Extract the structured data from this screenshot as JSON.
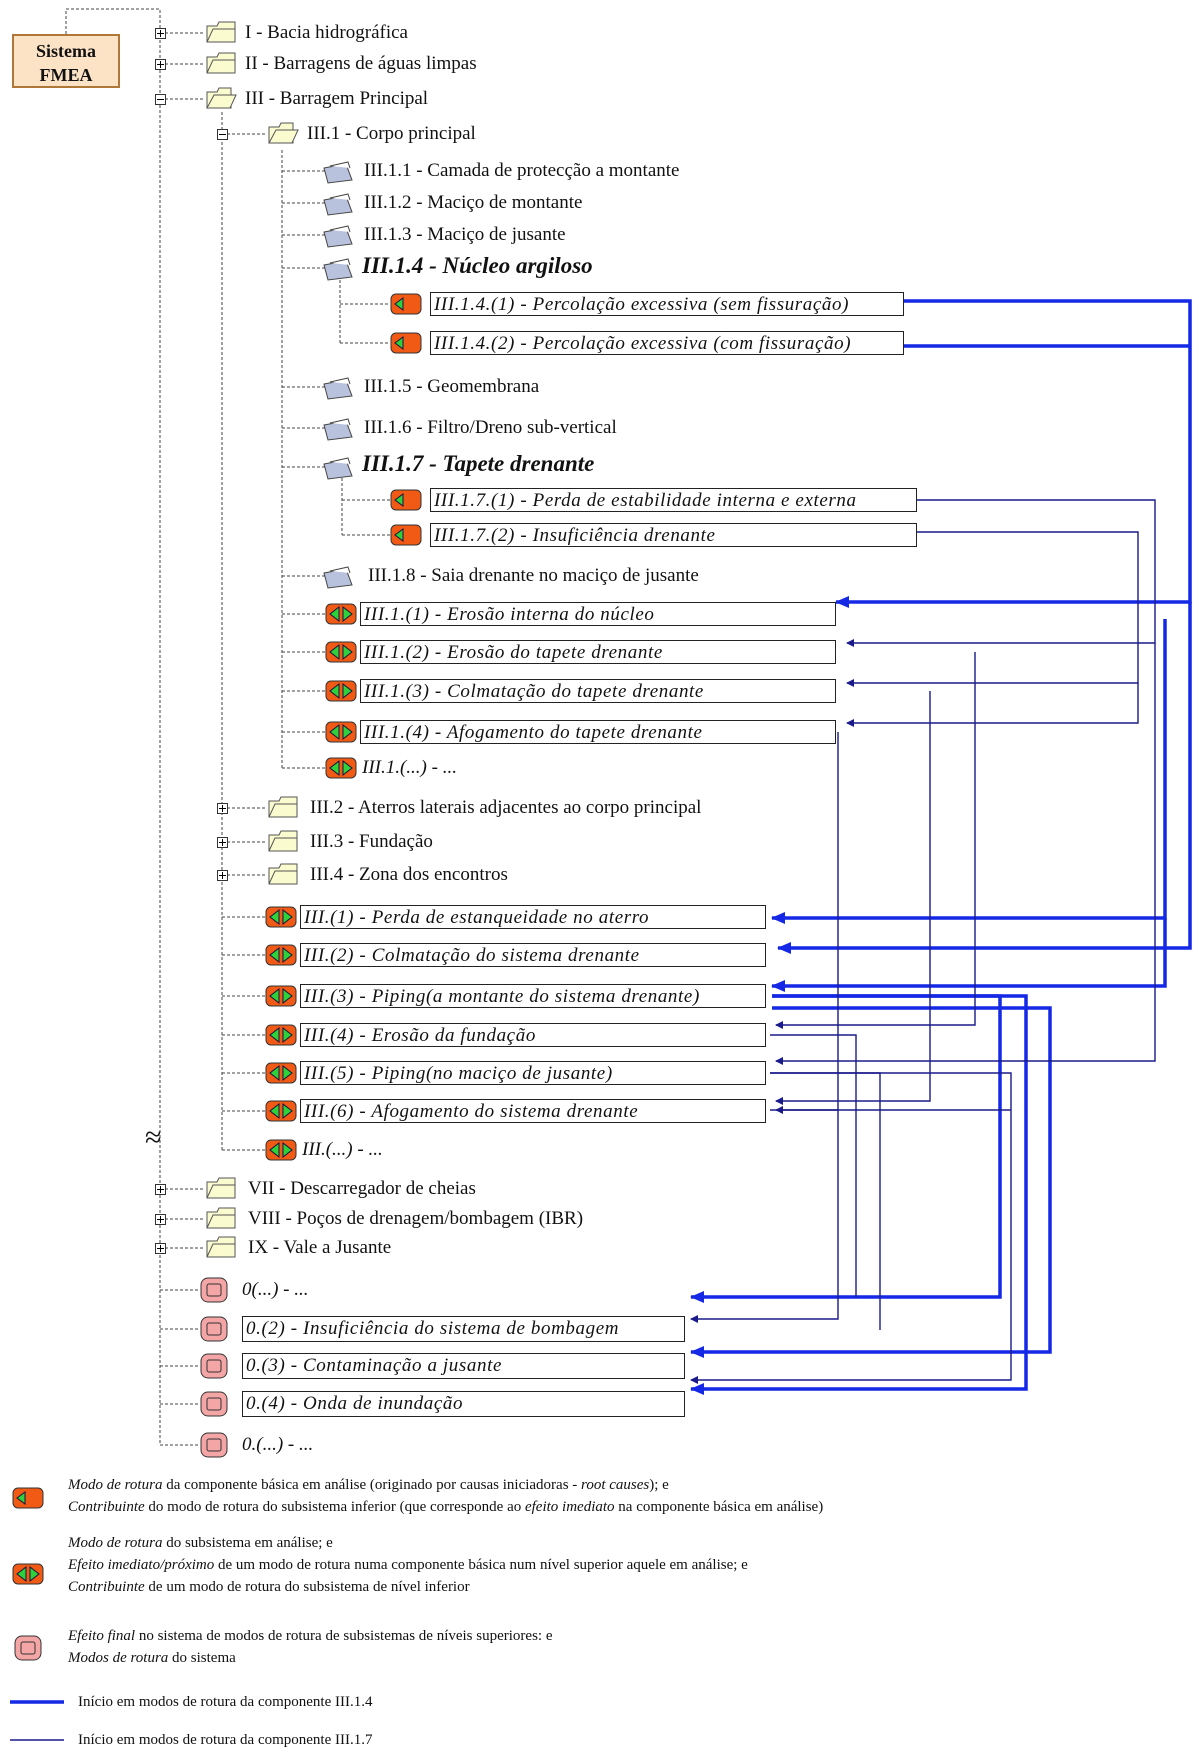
{
  "root": {
    "line1": "Sistema",
    "line2": "FMEA"
  },
  "tree": {
    "n1": "I - Bacia hidrográfica",
    "n2": "II - Barragens de águas limpas",
    "n3": "III - Barragem Principal",
    "n31": "III.1 - Corpo principal",
    "n311": "III.1.1 - Camada de protecção a montante",
    "n312": "III.1.2 - Maciço de montante",
    "n313": "III.1.3 - Maciço de jusante",
    "n314": "III.1.4 - Núcleo argiloso",
    "m314a": "III.1.4.(1) - Percolação excessiva (sem fissuração)",
    "m314b": "III.1.4.(2) - Percolação excessiva (com fissuração)",
    "n315": "III.1.5 - Geomembrana",
    "n316": "III.1.6 - Filtro/Dreno sub-vertical",
    "n317": "III.1.7 - Tapete drenante",
    "m317a": "III.1.7.(1) - Perda de estabilidade interna e externa",
    "m317b": "III.1.7.(2) - Insuficiência drenante",
    "n318": "III.1.8 - Saia drenante no maciço de jusante",
    "m31_1": "III.1.(1) - Erosão interna do núcleo",
    "m31_2": "III.1.(2) - Erosão do tapete drenante",
    "m31_3": "III.1.(3) - Colmatação do tapete drenante",
    "m31_4": "III.1.(4) - Afogamento do tapete drenante",
    "m31_x": "III.1.(...) - ...",
    "n32": "III.2 - Aterros laterais adjacentes ao corpo principal",
    "n33": "III.3 - Fundação",
    "n34": "III.4 - Zona dos encontros",
    "m3_1": "III.(1) - Perda de estanqueidade no aterro",
    "m3_2": "III.(2) - Colmatação do sistema drenante",
    "m3_3": "III.(3) - Piping(a montante do sistema drenante)",
    "m3_4": "III.(4) - Erosão da fundação",
    "m3_5": "III.(5) - Piping(no maciço de jusante)",
    "m3_6": "III.(6) - Afogamento do sistema drenante",
    "m3_x": "III.(...) - ...",
    "approx": "≈",
    "n7": "VII - Descarregador de cheias",
    "n8": "VIII - Poços de drenagem/bombagem (IBR)",
    "n9": "IX - Vale a Jusante",
    "e0_x1": "0(...) - ...",
    "e0_2": "0.(2) - Insuficiência do sistema de bombagem",
    "e0_3": "0.(3) - Contaminação a jusante",
    "e0_4": "0.(4) - Onda de inundação",
    "e0_x2": "0.(...) - ..."
  },
  "legend": {
    "l1a_i": "Modo de rotura",
    "l1a": " da componente básica em análise (originado por causas iniciadoras - ",
    "l1a_i2": "root causes",
    "l1a_end": "); e",
    "l1b_i": "Contribuinte",
    "l1b": " do modo de rotura do subsistema inferior (que corresponde ao ",
    "l1b_i2": "efeito imediato",
    "l1b_end": " na componente básica em análise)",
    "l2a_i": "Modo de rotura",
    "l2a": " do subsistema em análise; e",
    "l2b_i": "Efeito imediato/próximo",
    "l2b": " de um modo de rotura numa componente básica num nível superior aquele em análise; e",
    "l2c_i": "Contribuinte",
    "l2c": " de um modo de rotura do subsistema de nível inferior",
    "l3a_i": "Efeito final",
    "l3a": " no sistema de modos de rotura de subsistemas de níveis superiores: e",
    "l3b_i": "Modos de rotura",
    "l3b": " do sistema",
    "thick": "Início em modos de rotura da componente III.1.4",
    "thin": "Início em modos de rotura da componente III.1.7"
  },
  "colors": {
    "thick_line": "#1428e6",
    "thin_line": "#1a1a8c",
    "folder": "#fbfbd0",
    "doc": "#b8c2dc",
    "mode": "#f05a14",
    "effect": "#f4a6a6"
  }
}
